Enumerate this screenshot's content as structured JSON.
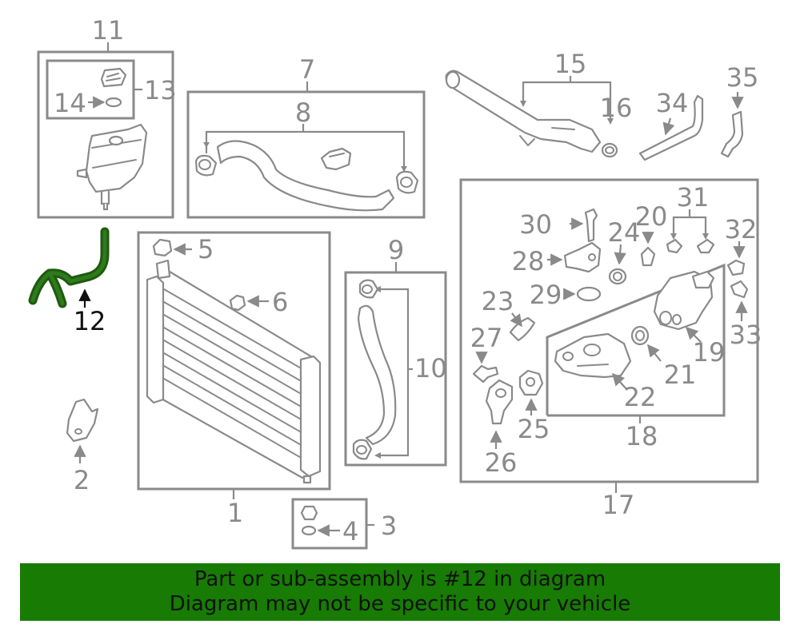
{
  "highlight_color": "#1f5a10",
  "banner_color": "#177b04",
  "callouts": {
    "n1": "1",
    "n2": "2",
    "n3": "3",
    "n4": "4",
    "n5": "5",
    "n6": "6",
    "n7": "7",
    "n8": "8",
    "n9": "9",
    "n10": "10",
    "n11": "11",
    "n12": "12",
    "n13": "13",
    "n14": "14",
    "n15": "15",
    "n16": "16",
    "n17": "17",
    "n18": "18",
    "n19": "19",
    "n20": "20",
    "n21": "21",
    "n22": "22",
    "n23": "23",
    "n24": "24",
    "n25": "25",
    "n26": "26",
    "n27": "27",
    "n28": "28",
    "n29": "29",
    "n30": "30",
    "n31": "31",
    "n32": "32",
    "n33": "33",
    "n34": "34",
    "n35": "35"
  },
  "highlighted_part": "12",
  "banner": {
    "line1": "Part or sub-assembly is #12 in diagram",
    "line2": "Diagram may not be specific to your vehicle"
  }
}
